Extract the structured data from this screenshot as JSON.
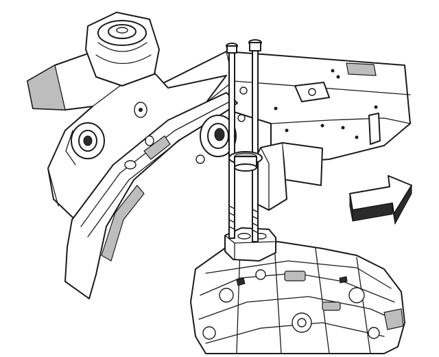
{
  "diagram": {
    "components": [
      {
        "id": "support-frame",
        "icon": "crossmember-frame"
      },
      {
        "id": "engine-mount",
        "icon": "rubber-mount"
      },
      {
        "id": "mounting-bolts",
        "icon": "long-bolt",
        "count": 2
      },
      {
        "id": "transmission-mount",
        "icon": "mount-pad"
      },
      {
        "id": "transmission",
        "icon": "gearbox-housing"
      },
      {
        "id": "front-direction-arrow",
        "icon": "view-arrow"
      }
    ],
    "colors": {
      "line": "#1a1a1a",
      "shade": "#bdbdbd",
      "dark_fill": "#2b2b2b",
      "background": "#ffffff"
    }
  }
}
